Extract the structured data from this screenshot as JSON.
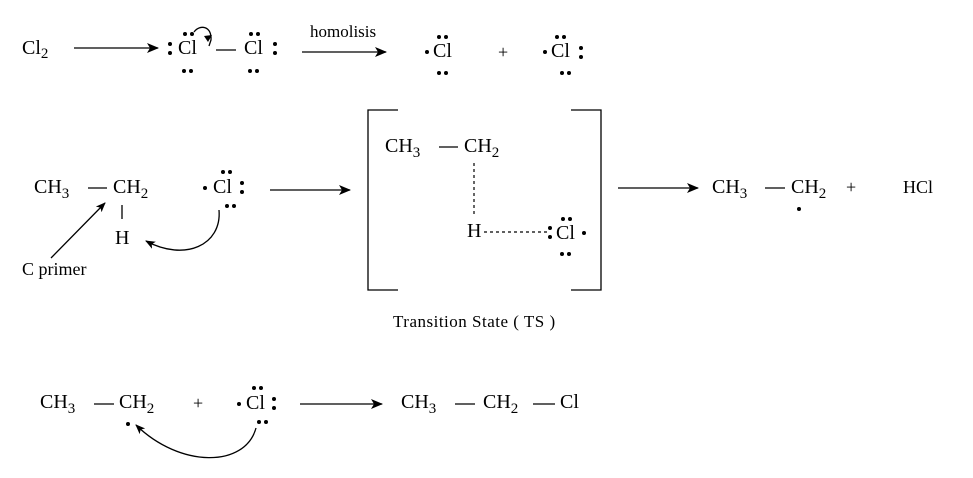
{
  "cl_symbol": "Cl",
  "cl_subscript_2": "2",
  "ch3": "CH",
  "ch3_sub": "3",
  "ch2": "CH",
  "ch2_sub": "2",
  "hydrogen": "H",
  "hcl": "HCl",
  "plus": "+",
  "homolysis_label": "homolisis",
  "c_primer_label": "C primer",
  "transition_state_label": "Transition State ( TS )"
}
